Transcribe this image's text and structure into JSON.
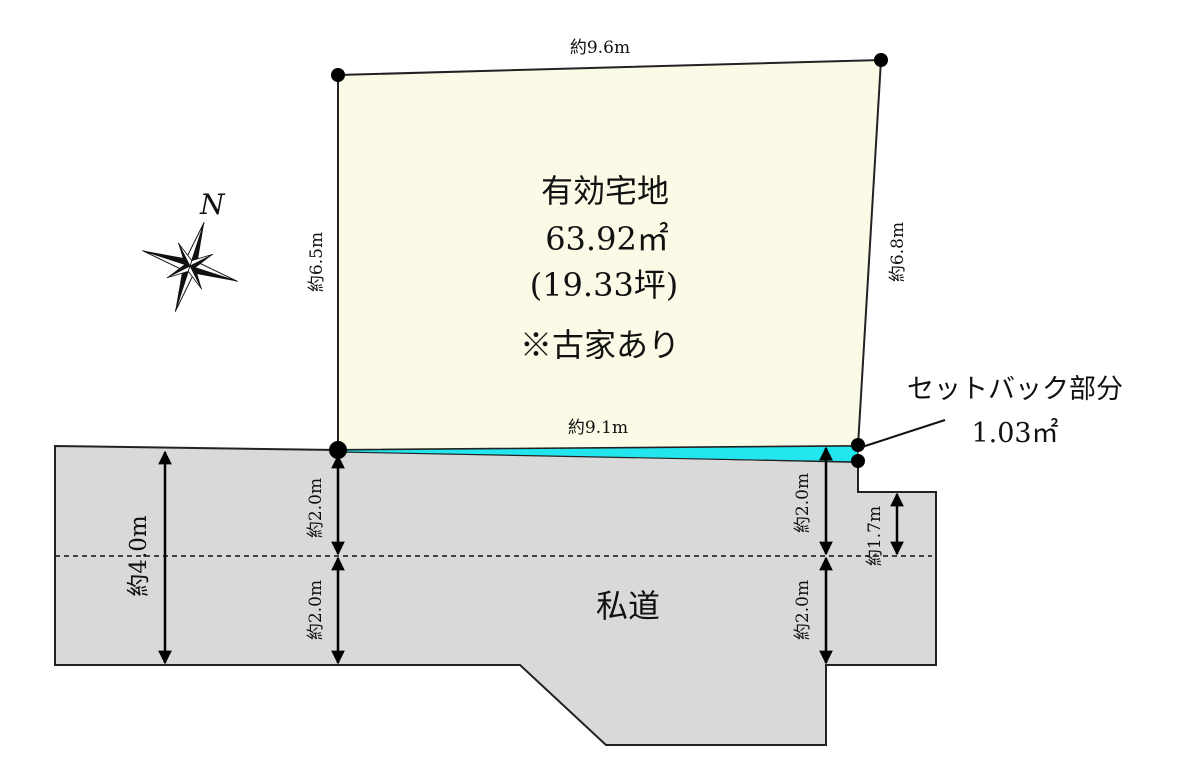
{
  "lot": {
    "title": "有効宅地",
    "area": "63.92㎡",
    "area_tsubo": "(19.33坪)",
    "note": "※古家あり",
    "fill_color": "#fafae6"
  },
  "dimensions": {
    "top": "約9.6m",
    "left": "約6.5m",
    "right": "約6.8m",
    "bottom": "約9.1m",
    "road_width": "約4.0m",
    "left_upper": "約2.0m",
    "left_lower": "約2.0m",
    "right_upper": "約2.0m",
    "right_lower": "約2.0m",
    "corner": "約1.7m"
  },
  "setback": {
    "label": "セットバック部分",
    "area": "1.03㎡",
    "color": "#22e5ee"
  },
  "road": {
    "label": "私道",
    "color": "#d9d9d9"
  },
  "compass": {
    "north_label": "N"
  }
}
